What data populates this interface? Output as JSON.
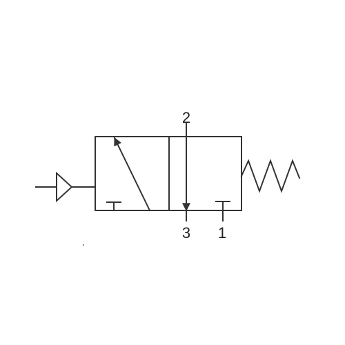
{
  "diagram": {
    "type": "pneumatic-3-2-valve-symbol",
    "ports": {
      "top": "2",
      "bottom_left": "3",
      "bottom_right": "1"
    },
    "colors": {
      "line": "#333333",
      "background": "#ffffff"
    }
  }
}
